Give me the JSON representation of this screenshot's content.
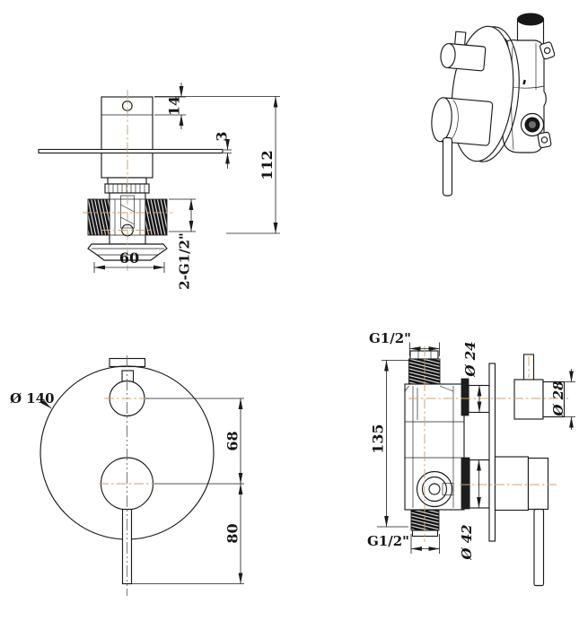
{
  "sheet": {
    "kind": "technical drawing - concealed shower mixer",
    "colors": {
      "line": "#1b1b1b",
      "centerline_tan": "#cda273",
      "centerline_gray": "#6a6a6a",
      "thread_fill": "#141414",
      "background": "#ffffff"
    }
  },
  "views": {
    "top_view": {
      "dims": {
        "cap_height": "14",
        "plate_thickness": "3",
        "total_height": "112",
        "body_width": "60",
        "thread_spec": "2-G1/2\""
      }
    },
    "front_view": {
      "dims": {
        "plate_diameter": "Ø 140",
        "upper_spacing": "68",
        "lower_spacing": "80"
      }
    },
    "side_view": {
      "dims": {
        "top_inlet_thread": "G1/2\"",
        "bottom_inlet_thread": "G1/2\"",
        "stem_diameter": "Ø 24",
        "knob_diameter": "Ø 28",
        "body_height": "135",
        "handle_diameter": "Ø 42"
      }
    },
    "isometric_view": {}
  }
}
